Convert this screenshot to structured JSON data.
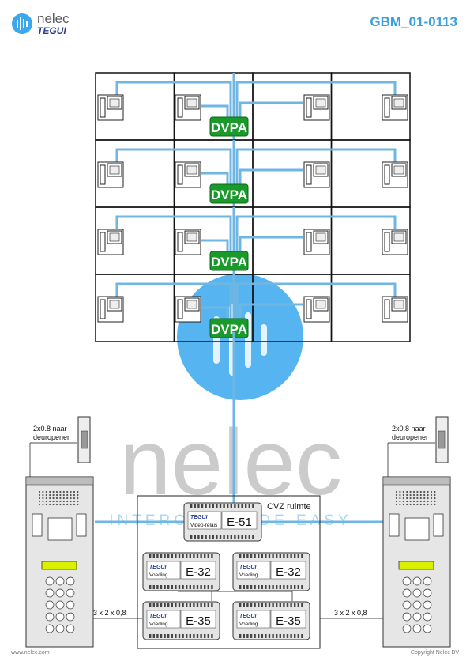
{
  "header": {
    "brand_top": "nelec",
    "brand_bottom": "TEGUI",
    "doc_code": "GBM_01-0113"
  },
  "footer": {
    "website": "www.nelec.com",
    "copyright": "Copyright Nelec BV"
  },
  "watermark": {
    "big": "nelec",
    "tagline": "INTERCOM MADE EASY"
  },
  "building": {
    "floors": 4,
    "units_per_floor": 4,
    "distributor_label": "DVPA"
  },
  "door_left": {
    "opener_label_1": "2x0.8 naar",
    "opener_label_2": "deuropener",
    "cable_label": "3 x 2 x 0,8"
  },
  "door_right": {
    "opener_label_1": "2x0.8 naar",
    "opener_label_2": "deuropener",
    "cable_label": "3 x 2 x 0,8"
  },
  "cvz": {
    "room_label": "CVZ ruimte",
    "modules": [
      {
        "brand": "TEGUI",
        "subtitle": "Video-relais",
        "code": "E-51"
      },
      {
        "brand": "TEGUI",
        "subtitle": "Voeding",
        "code": "E-32"
      },
      {
        "brand": "TEGUI",
        "subtitle": "Voeding",
        "code": "E-32"
      },
      {
        "brand": "TEGUI",
        "subtitle": "Voeding",
        "code": "E-35"
      },
      {
        "brand": "TEGUI",
        "subtitle": "Voeding",
        "code": "E-35"
      }
    ]
  },
  "colors": {
    "cable": "#6fb6e3",
    "dvpa_green": "#1a9a2a",
    "accent_blue": "#3aa0e0",
    "watermark_circle": "#3aa8ee"
  }
}
